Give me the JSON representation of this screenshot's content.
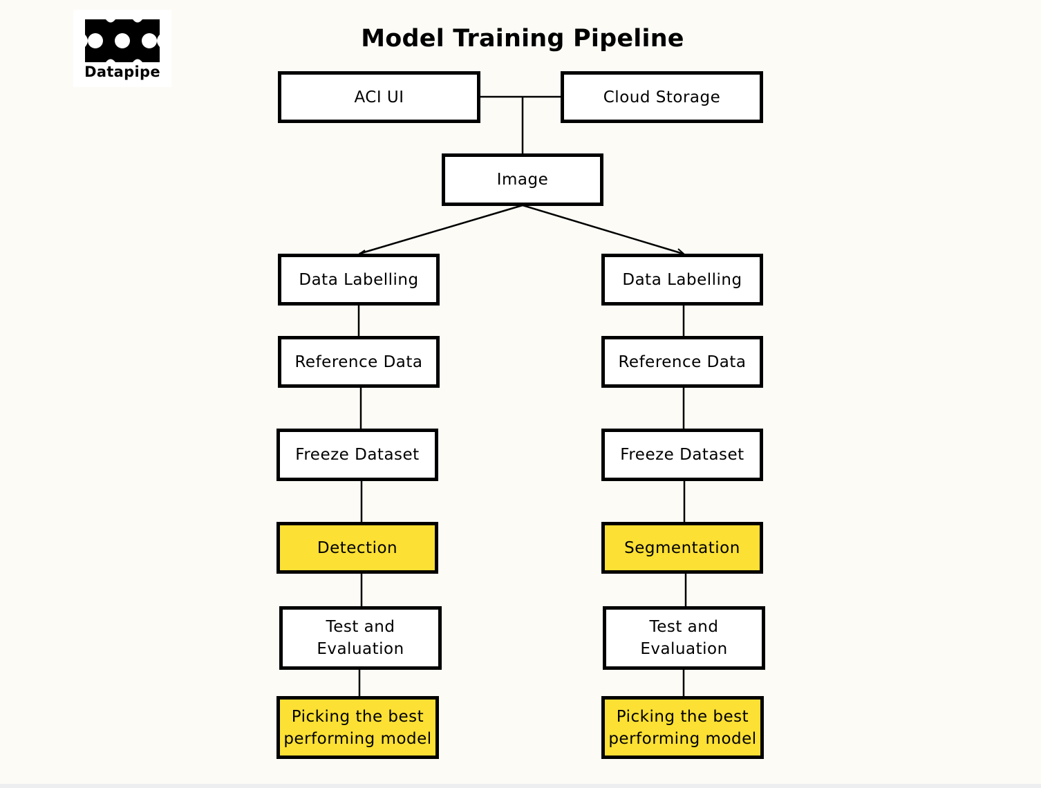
{
  "logo": {
    "icon": "datapipe-logo-icon",
    "text": "Datapipe"
  },
  "diagram": {
    "title": "Model Training Pipeline",
    "highlight_color": "#fce034",
    "nodes": {
      "aci_ui": "ACI UI",
      "cloud_storage": "Cloud Storage",
      "image": "Image",
      "left": {
        "data_labelling": "Data Labelling",
        "reference_data": "Reference Data",
        "freeze_dataset": "Freeze Dataset",
        "model": "Detection",
        "test_eval": "Test and\nEvaluation",
        "pick_best": "Picking the best\nperforming model"
      },
      "right": {
        "data_labelling": "Data Labelling",
        "reference_data": "Reference Data",
        "freeze_dataset": "Freeze Dataset",
        "model": "Segmentation",
        "test_eval": "Test and\nEvaluation",
        "pick_best": "Picking the best\nperforming model"
      }
    }
  }
}
